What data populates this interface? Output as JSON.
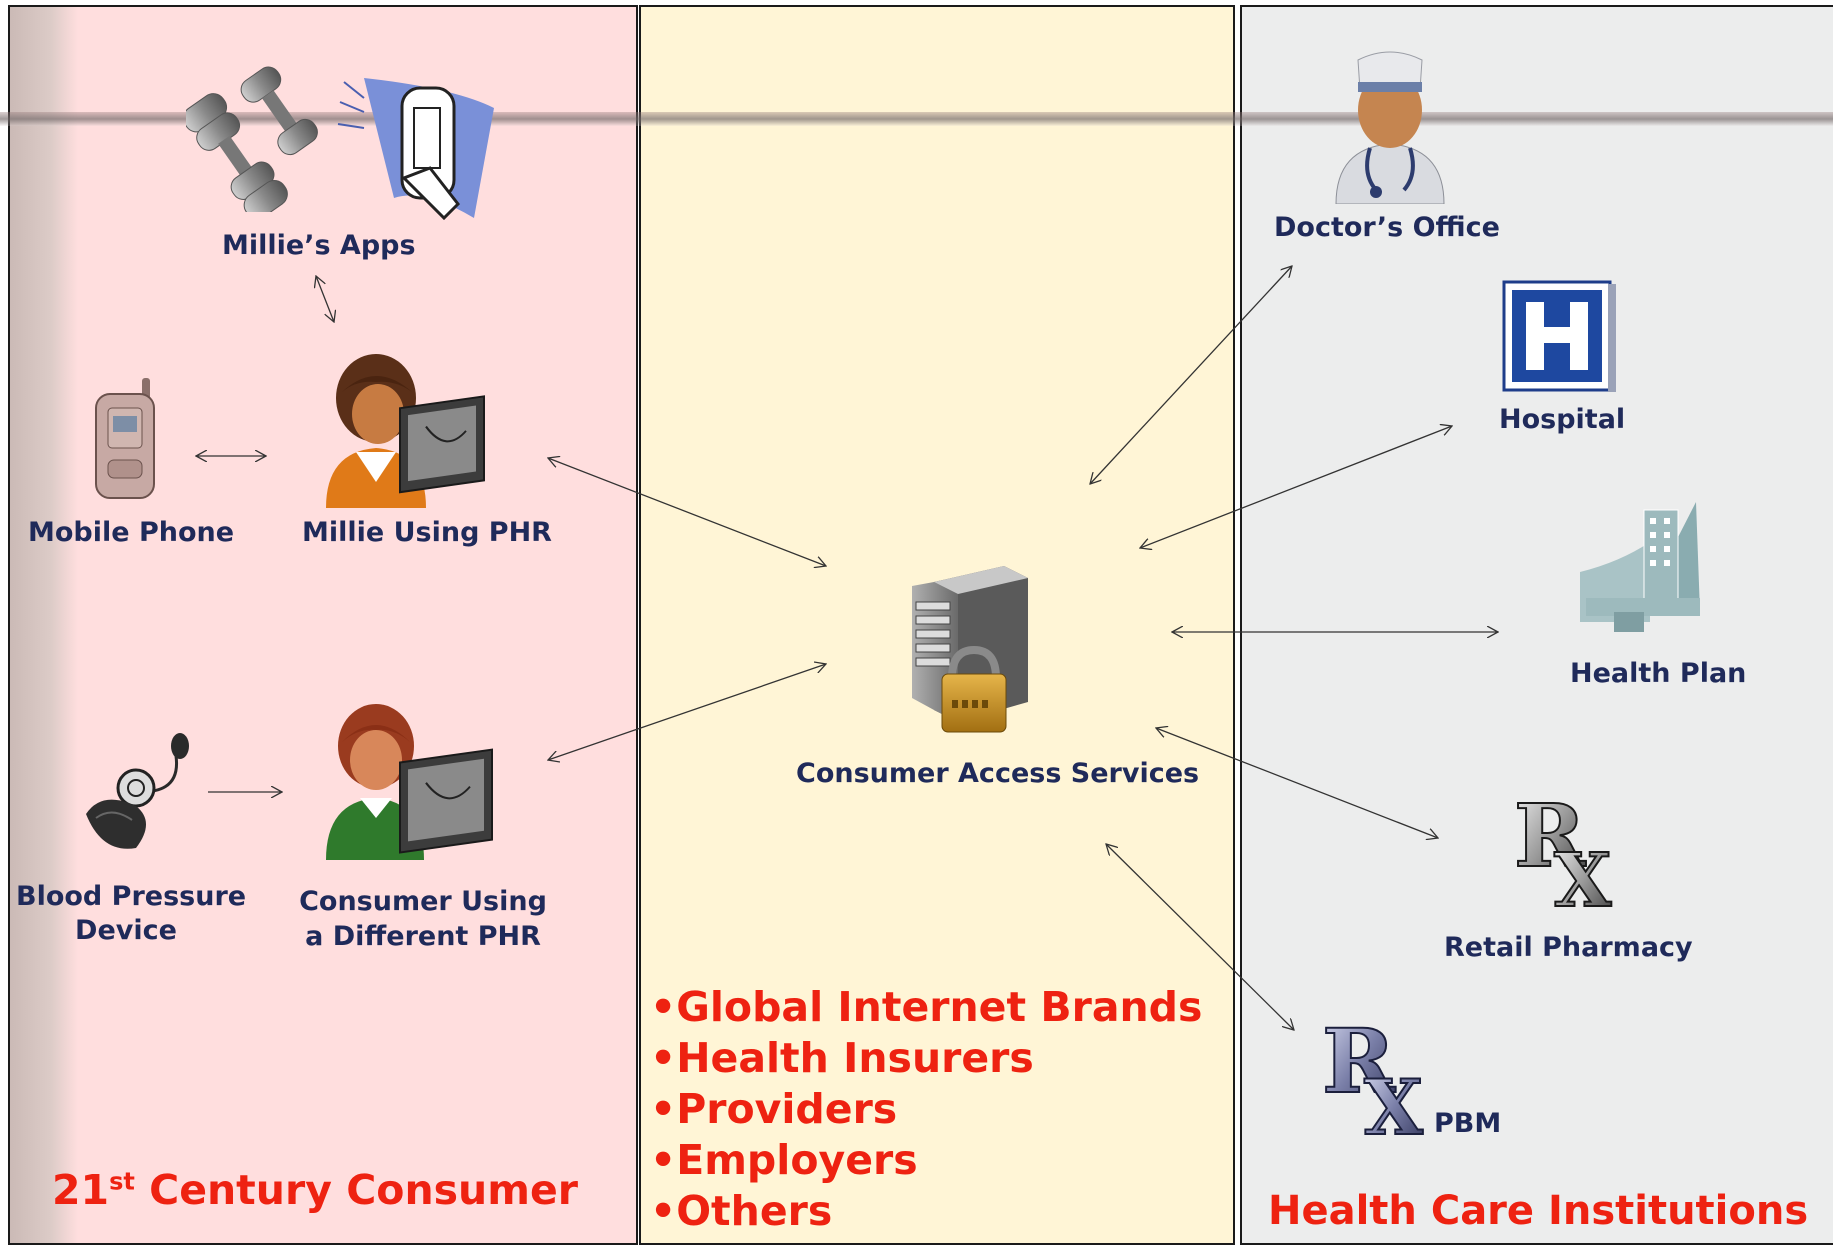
{
  "left_panel": {
    "apps_label": "Millie’s Apps",
    "phone_label": "Mobile Phone",
    "millie_label": "Millie Using PHR",
    "bp_label_line1": "Blood Pressure",
    "bp_label_line2": "Device",
    "consumer_label_line1": "Consumer Using",
    "consumer_label_line2": "a Different PHR",
    "footer_prefix": "21",
    "footer_sup": "st",
    "footer_rest": " Century Consumer"
  },
  "middle_panel": {
    "server_label": "Consumer Access Services",
    "bullets": [
      "•Global Internet Brands",
      "•Health Insurers",
      "•Providers",
      "•Employers",
      "•Others"
    ]
  },
  "right_panel": {
    "doctor_label": "Doctor’s Office",
    "hospital_label": "Hospital",
    "health_plan_label": "Health Plan",
    "retail_pharmacy_label": "Retail Pharmacy",
    "pbm_label": "PBM",
    "footer": "Health Care Institutions"
  },
  "colors": {
    "left_bg": "#ffdede",
    "mid_bg": "#fff5d6",
    "right_bg": "#eceded",
    "label_text": "#1f2a5a",
    "highlight_text": "#ee2211"
  }
}
